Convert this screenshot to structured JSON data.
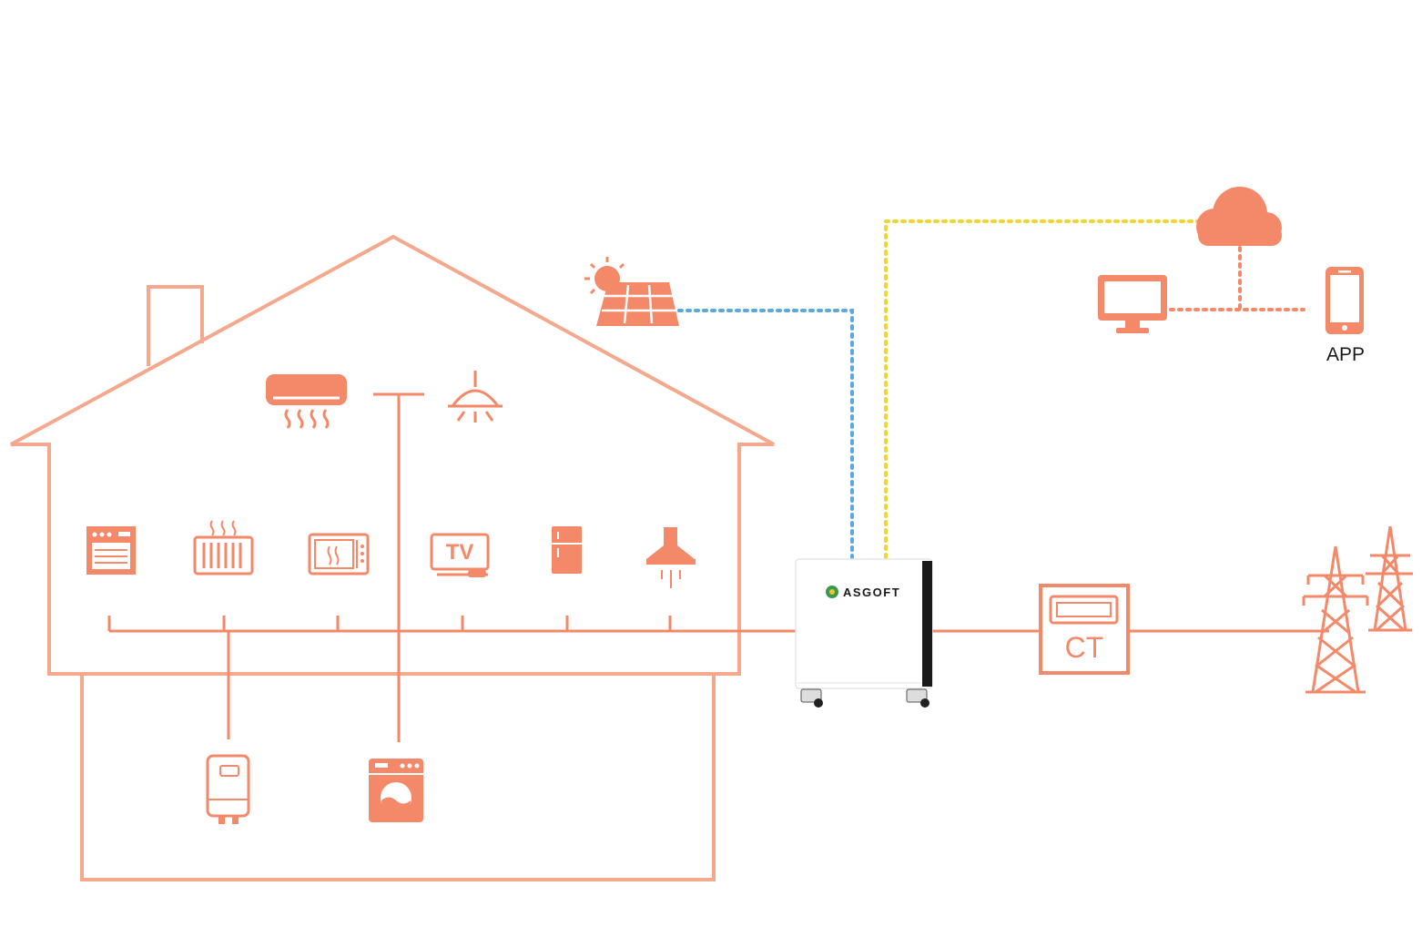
{
  "brand": {
    "name": "ASGOFT"
  },
  "labels": {
    "tv": "TV",
    "ct": "CT",
    "app": "APP"
  },
  "colors": {
    "accent": "#f4896a",
    "house_outline": "#f6a88c",
    "solar_line": "#5aa8e0",
    "cloud_line": "#f2d530",
    "battery_body": "#ffffff",
    "battery_side": "#1a1a1a"
  },
  "icons": [
    "air-conditioner-icon",
    "lamp-icon",
    "oven-icon",
    "radiator-icon",
    "microwave-icon",
    "tv-icon",
    "fridge-icon",
    "range-hood-icon",
    "water-heater-icon",
    "washing-machine-icon",
    "solar-panel-icon",
    "cloud-icon",
    "monitor-icon",
    "phone-icon",
    "power-tower-icon",
    "ct-meter-icon"
  ]
}
